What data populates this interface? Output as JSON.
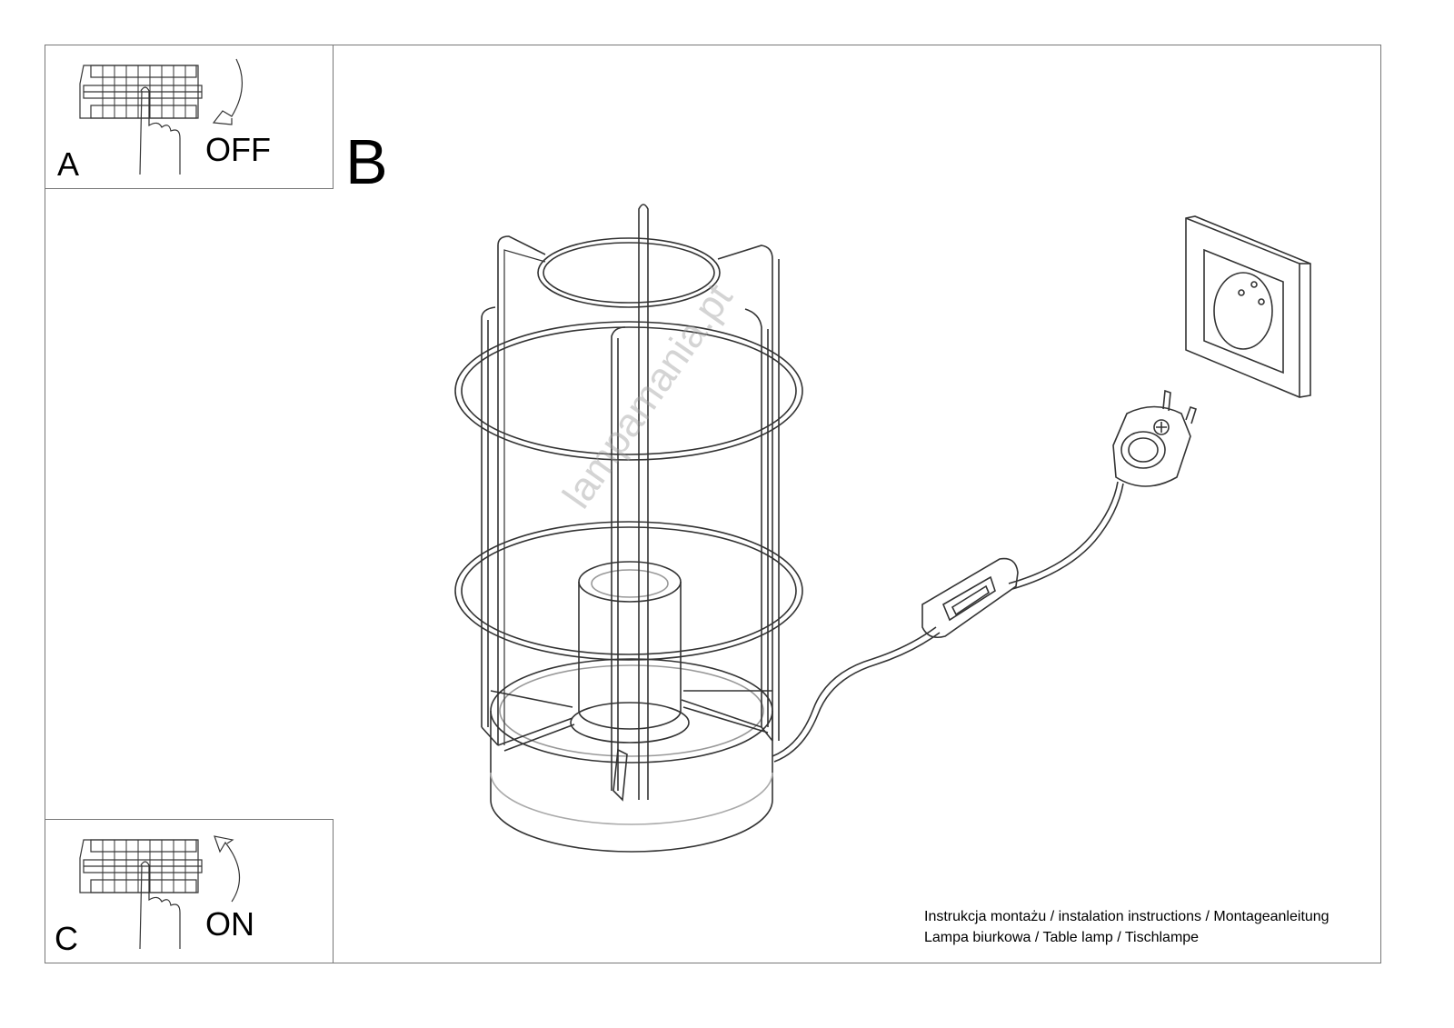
{
  "steps": {
    "a": {
      "letter": "A",
      "state": "OFF"
    },
    "b": {
      "letter": "B"
    },
    "c": {
      "letter": "C",
      "state": "ON"
    }
  },
  "caption": {
    "line1": "Instrukcja montażu / instalation instructions / Montageanleitung",
    "line2": "Lampa biurkowa / Table lamp / Tischlampe"
  },
  "watermark": "lampamania.pt"
}
